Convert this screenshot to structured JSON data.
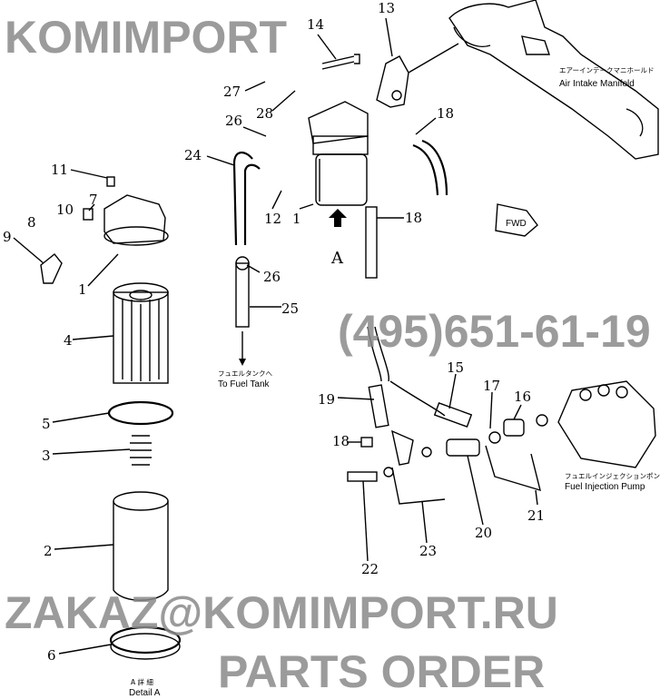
{
  "callouts": {
    "c14": "14",
    "c13": "13",
    "c27": "27",
    "c28": "28",
    "c18a": "18",
    "c26a": "26",
    "c24": "24",
    "c12": "12",
    "c1a": "1",
    "c18b": "18",
    "cA": "A",
    "c11": "11",
    "c7": "7",
    "c10": "10",
    "c8": "8",
    "c9": "9",
    "c1b": "1",
    "c26b": "26",
    "c25": "25",
    "c4": "4",
    "c5": "5",
    "c3": "3",
    "c2": "2",
    "c6": "6",
    "c15": "15",
    "c17": "17",
    "c16": "16",
    "c19": "19",
    "c18c": "18",
    "c20": "20",
    "c21": "21",
    "c23": "23",
    "c22": "22"
  },
  "labels": {
    "manifold_jp": "エアーインテークマニホールド",
    "manifold_en": "Air Intake Manifold",
    "tank_jp": "フュエルタンクへ",
    "tank_en": "To Fuel Tank",
    "pump_jp": "フュエルインジェクションポンプ",
    "pump_en": "Fuel Injection Pump",
    "detail_jp": "A 詳 細",
    "detail_en": "Detail A",
    "fwd": "FWD"
  },
  "watermark": {
    "line1": "KOMIMPORT",
    "line2": "PARTS ORDER",
    "line3": "(495)651-61-19",
    "line4": "ZAKAZ@KOMIMPORT.RU"
  }
}
